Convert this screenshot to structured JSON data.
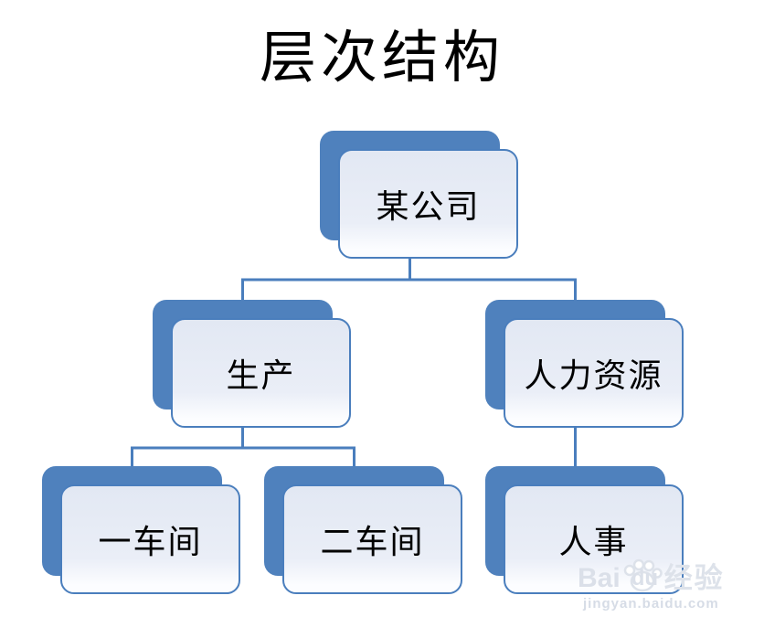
{
  "title": "层次结构",
  "diagram": {
    "type": "hierarchy",
    "nodes": [
      {
        "id": "company",
        "label": "某公司",
        "level": 1,
        "parent": null
      },
      {
        "id": "production",
        "label": "生产",
        "level": 2,
        "parent": "company"
      },
      {
        "id": "hr",
        "label": "人力资源",
        "level": 2,
        "parent": "company"
      },
      {
        "id": "workshop1",
        "label": "一车间",
        "level": 3,
        "parent": "production"
      },
      {
        "id": "workshop2",
        "label": "二车间",
        "level": 3,
        "parent": "production"
      },
      {
        "id": "personnel",
        "label": "人事",
        "level": 3,
        "parent": "hr"
      }
    ]
  },
  "colors": {
    "node_back_fill": "#4f81bd",
    "node_border": "#4a7ebd",
    "node_front_fill_top": "#e2e8f3",
    "node_front_fill_bottom": "#fcfdff",
    "connector": "#4a7ebd",
    "title_text": "#000000",
    "watermark_text": "#d9dee8"
  },
  "watermark": {
    "brand_prefix": "Bai",
    "brand_suffix": "du",
    "brand_cn": "经验",
    "url": "jingyan.baidu.com"
  }
}
